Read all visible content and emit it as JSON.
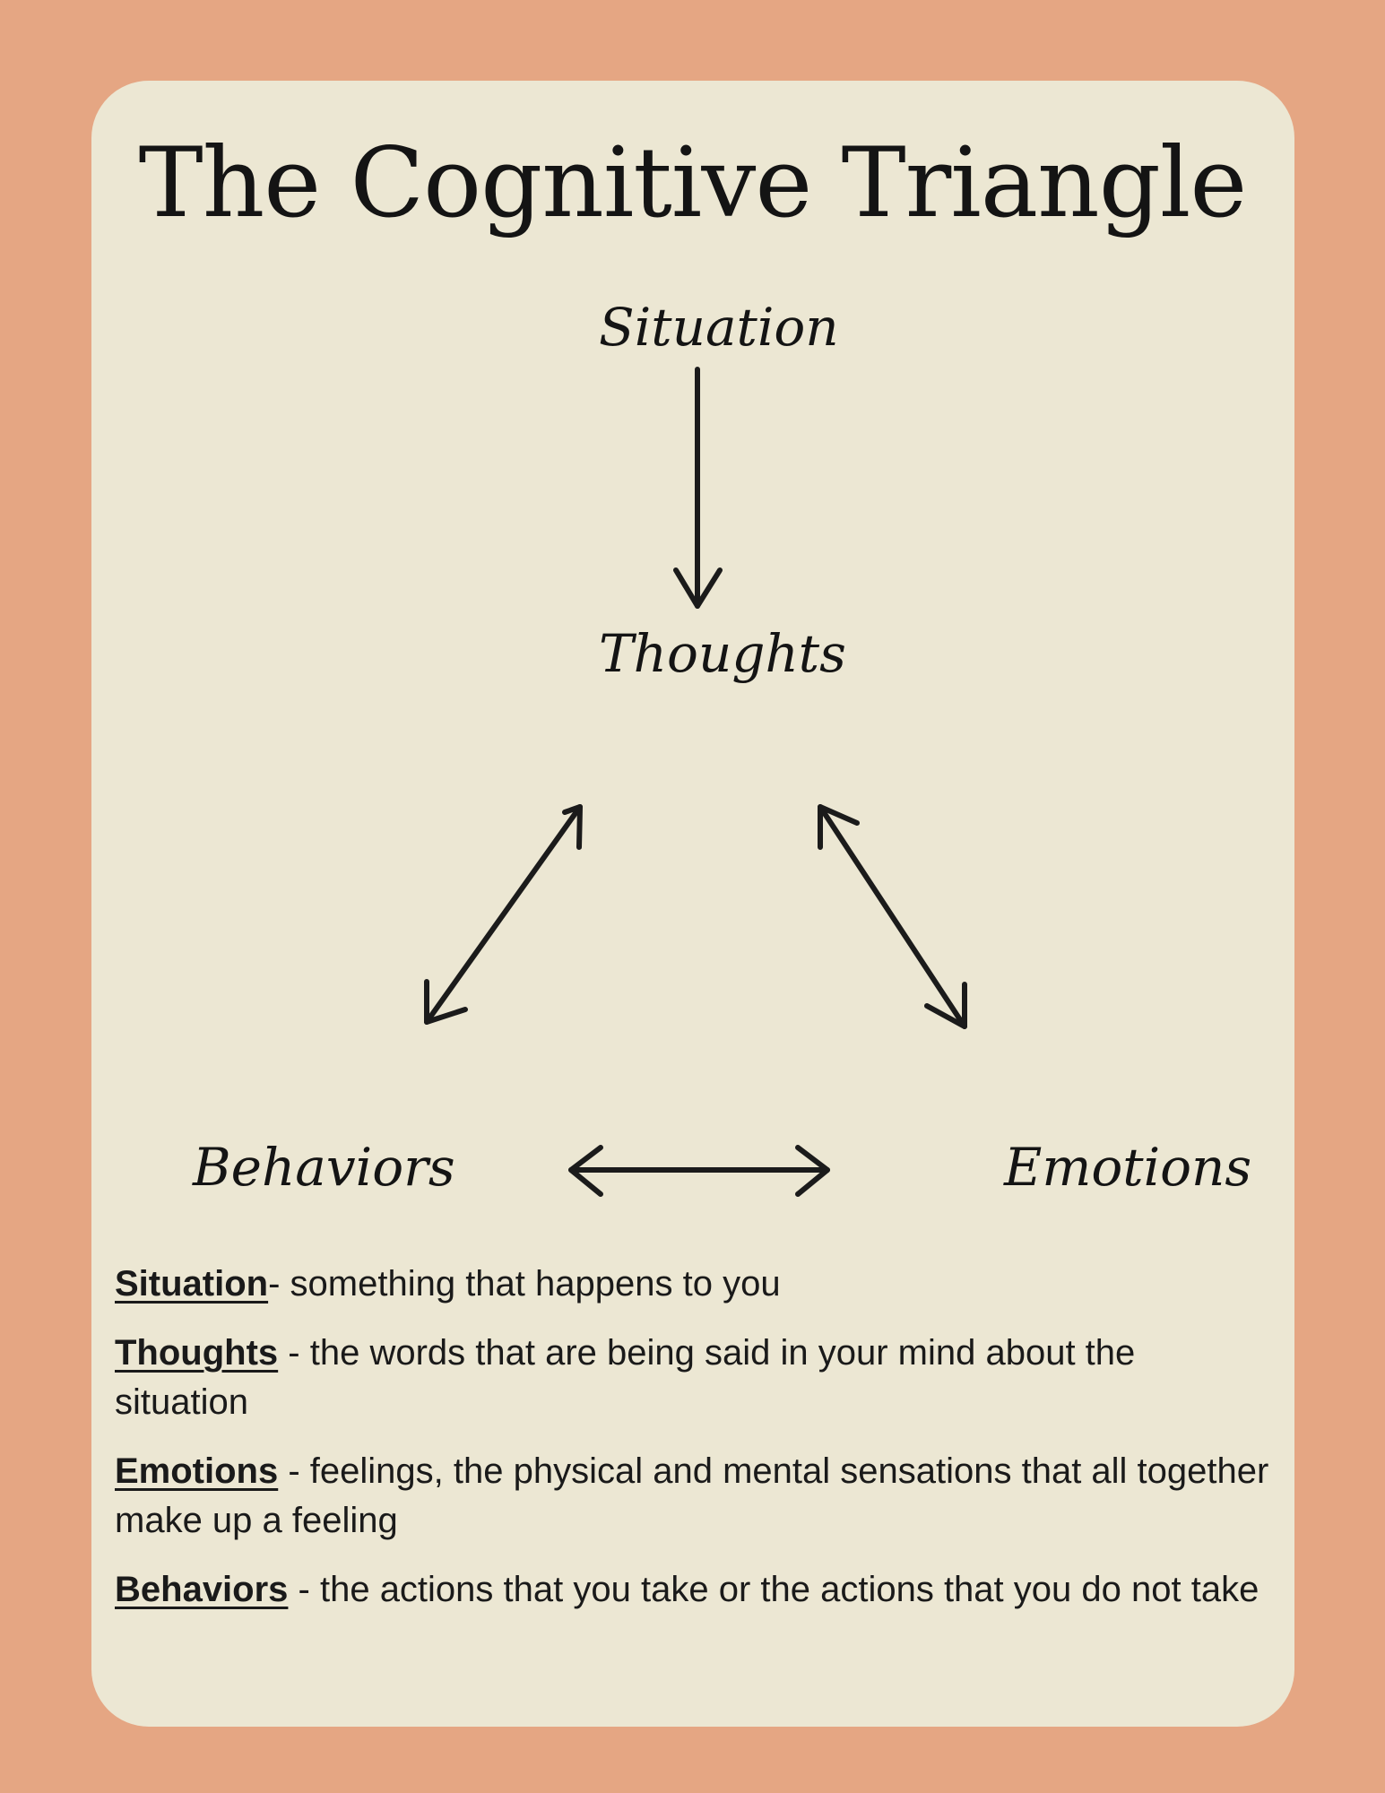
{
  "title": "The Cognitive Triangle",
  "nodes": {
    "situation": "Situation",
    "thoughts": "Thoughts",
    "behaviors": "Behaviors",
    "emotions": "Emotions"
  },
  "definitions": [
    {
      "term": "Situation",
      "separator": "- ",
      "text": "something that happens to you"
    },
    {
      "term": "Thoughts",
      "separator": " - ",
      "text": "the words that are being said in your mind about the situation"
    },
    {
      "term": "Emotions",
      "separator": " - ",
      "text": "feelings, the physical and mental sensations that all together make up a feeling"
    },
    {
      "term": "Behaviors",
      "separator": " - ",
      "text": "the actions that you take or the actions that you do not take"
    }
  ],
  "colors": {
    "background": "#e5a683",
    "card": "#ece7d3",
    "ink": "#1b1b1b"
  }
}
